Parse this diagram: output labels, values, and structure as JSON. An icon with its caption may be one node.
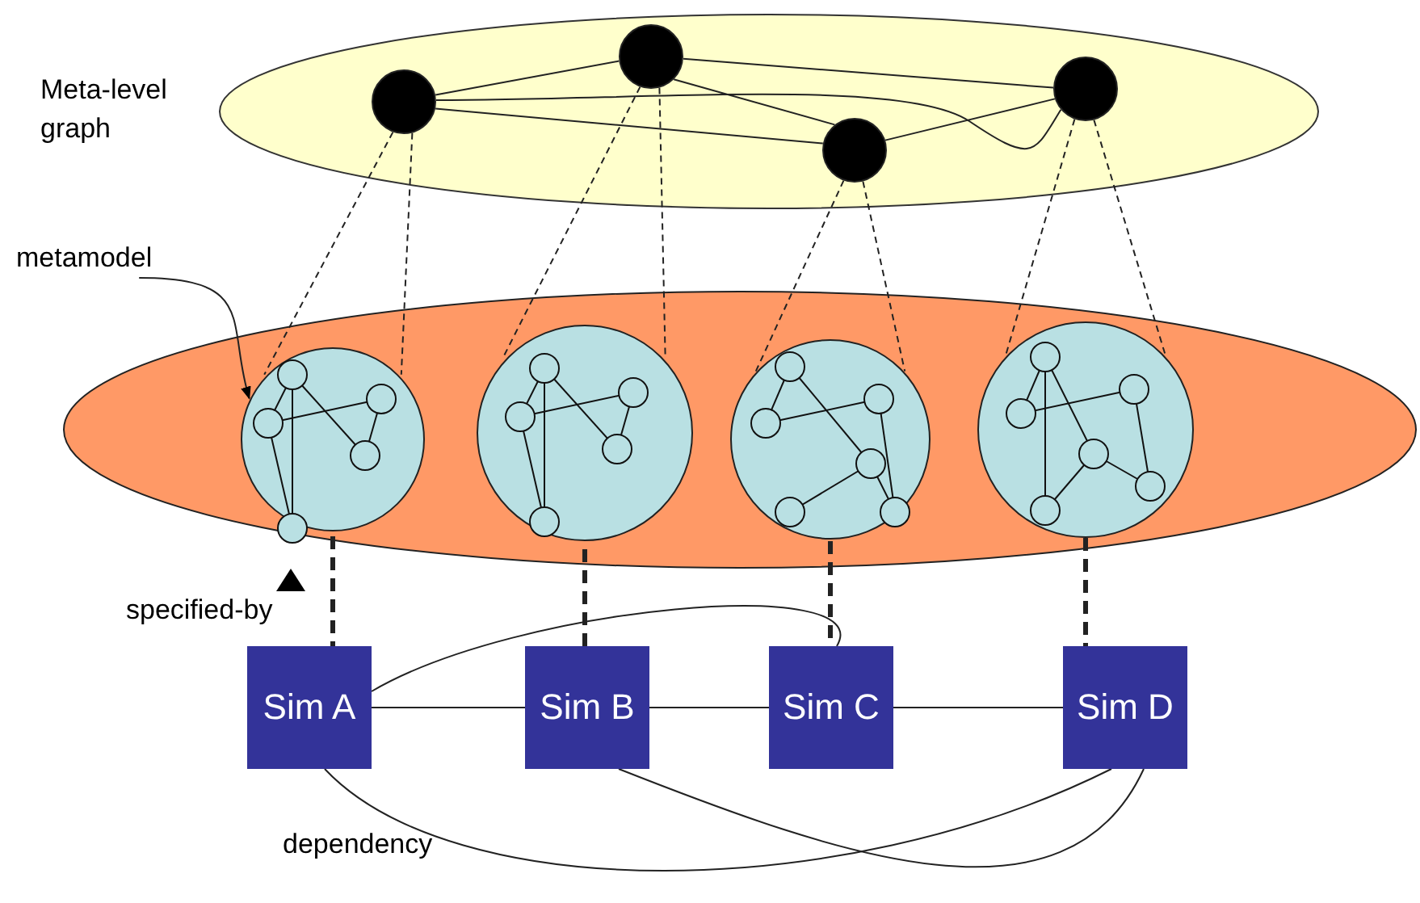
{
  "diagram": {
    "nodes": [
      {
        "text": [
          "Meta-level graph"
        ]
      },
      {
        "text": [],
        "shape": "circle",
        "in": 0
      },
      {
        "text": [],
        "shape": "circle",
        "in": 0
      },
      {
        "text": [],
        "shape": "circle",
        "in": 0
      },
      {
        "text": [],
        "shape": "circle",
        "in": 0
      },
      {
        "text": [
          "metamodel"
        ]
      },
      {
        "text": [],
        "shape": "ellipse"
      },
      {
        "text": [],
        "shape": "circle",
        "in": 6
      },
      {
        "text": [],
        "shape": "circle",
        "in": 6
      },
      {
        "text": [],
        "shape": "circle",
        "in": 6
      },
      {
        "text": [],
        "shape": "circle",
        "in": 6
      },
      {
        "text": [
          "Sim A"
        ]
      },
      {
        "text": [
          "Sim B"
        ]
      },
      {
        "text": [
          "Sim C"
        ]
      },
      {
        "text": [
          "Sim D"
        ]
      }
    ],
    "edges": [
      {
        "from": 1,
        "to": 2,
        "arrow": "none"
      },
      {
        "from": 1,
        "to": 3,
        "arrow": "none"
      },
      {
        "from": 1,
        "to": 4,
        "arrow": "none"
      },
      {
        "from": 2,
        "to": 4,
        "arrow": "none"
      },
      {
        "from": 2,
        "to": 3,
        "arrow": "none"
      },
      {
        "from": 3,
        "to": 4,
        "arrow": "none"
      },
      {
        "from": 1,
        "to": 7,
        "arrow": "none",
        "style": "dashed"
      },
      {
        "from": 1,
        "to": 7,
        "arrow": "none",
        "style": "dashed"
      },
      {
        "from": 2,
        "to": 8,
        "arrow": "none",
        "style": "dashed"
      },
      {
        "from": 2,
        "to": 8,
        "arrow": "none",
        "style": "dashed"
      },
      {
        "from": 3,
        "to": 9,
        "arrow": "none",
        "style": "dashed"
      },
      {
        "from": 3,
        "to": 9,
        "arrow": "none",
        "style": "dashed"
      },
      {
        "from": 4,
        "to": 10,
        "arrow": "none",
        "style": "dashed"
      },
      {
        "from": 4,
        "to": 10,
        "arrow": "none",
        "style": "dashed"
      },
      {
        "from": 5,
        "to": 7,
        "arrow": "to"
      },
      {
        "from": 7,
        "to": 11,
        "arrow": "none",
        "style": "dashed"
      },
      {
        "from": 8,
        "to": 12,
        "arrow": "none",
        "style": "dashed"
      },
      {
        "from": 9,
        "to": 13,
        "arrow": "none",
        "style": "dashed"
      },
      {
        "from": 10,
        "to": 14,
        "arrow": "none",
        "style": "dashed"
      },
      {
        "from": 11,
        "to": 12,
        "arrow": "none"
      },
      {
        "from": 12,
        "to": 13,
        "arrow": "none"
      },
      {
        "from": 13,
        "to": 14,
        "arrow": "none"
      },
      {
        "from": 11,
        "to": 13,
        "arrow": "none"
      },
      {
        "from": 11,
        "to": 14,
        "arrow": "none"
      },
      {
        "from": 12,
        "to": 14,
        "arrow": "none"
      }
    ],
    "labels": [
      "specified-by",
      "dependency"
    ]
  }
}
